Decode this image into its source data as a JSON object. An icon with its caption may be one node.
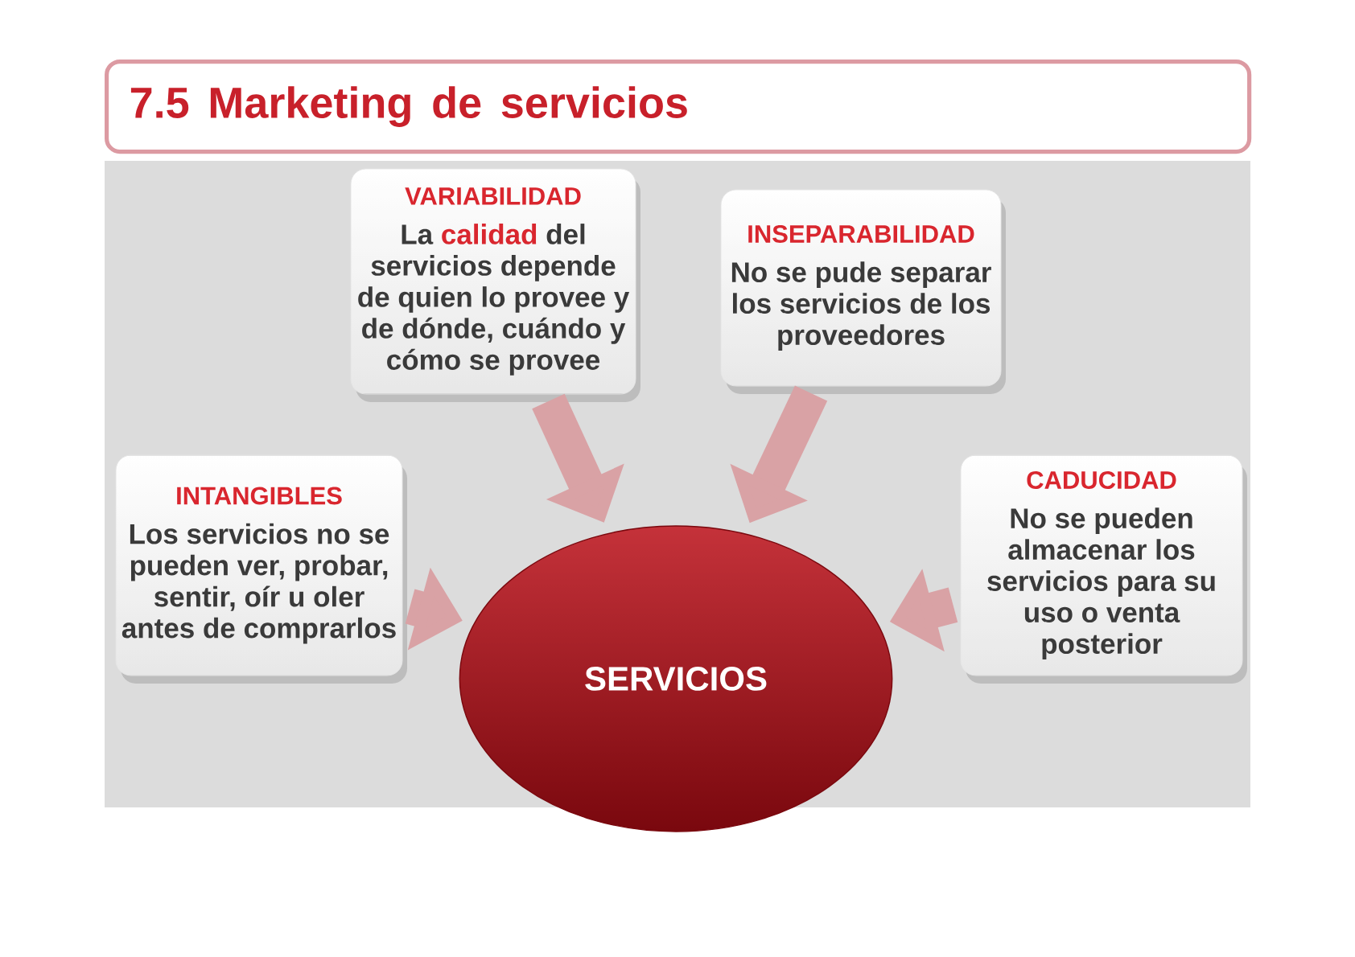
{
  "diagram": {
    "title": "7.5 Marketing de servicios",
    "nodes": [
      {
        "text": [
          "VARIABILIDAD",
          "La **calidad** del servicios depende de quien lo provee y de dónde, cuándo y cómo se provee"
        ]
      },
      {
        "text": [
          "INSEPARABILIDAD",
          "No se pude separar los servicios de los proveedores"
        ]
      },
      {
        "text": [
          "INTANGIBLES",
          "Los servicios no se pueden ver, probar, sentir, oír u oler antes de comprarlos"
        ]
      },
      {
        "text": [
          "CADUCIDAD",
          "No se pueden almacenar los servicios para su uso o venta posterior"
        ]
      },
      {
        "text": [
          "SERVICIOS"
        ]
      }
    ],
    "edges": [
      {
        "from": 0,
        "to": 4,
        "arrow": "to"
      },
      {
        "from": 1,
        "to": 4,
        "arrow": "to"
      },
      {
        "from": 2,
        "to": 4,
        "arrow": "to"
      },
      {
        "from": 3,
        "to": 4,
        "arrow": "to"
      }
    ]
  }
}
